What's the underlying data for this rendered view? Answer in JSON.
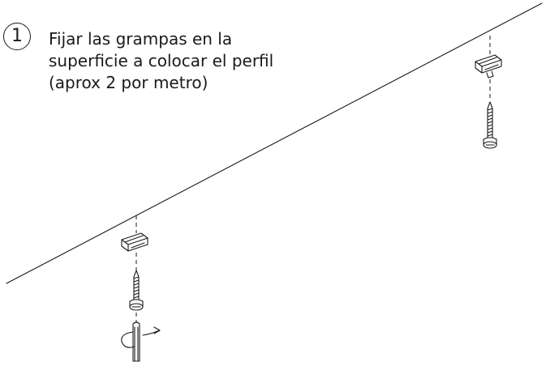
{
  "step": {
    "number": "1",
    "instruction_lines": [
      "Fijar las grampas en la",
      "superficie a colocar el perfil",
      "(aprox 2 por metro)"
    ]
  },
  "illustration": {
    "elements": [
      "mounting-surface-line",
      "clip-right",
      "screw-right",
      "clip-left",
      "screw-left",
      "screwdriver",
      "rotation-arrow-icon"
    ]
  }
}
